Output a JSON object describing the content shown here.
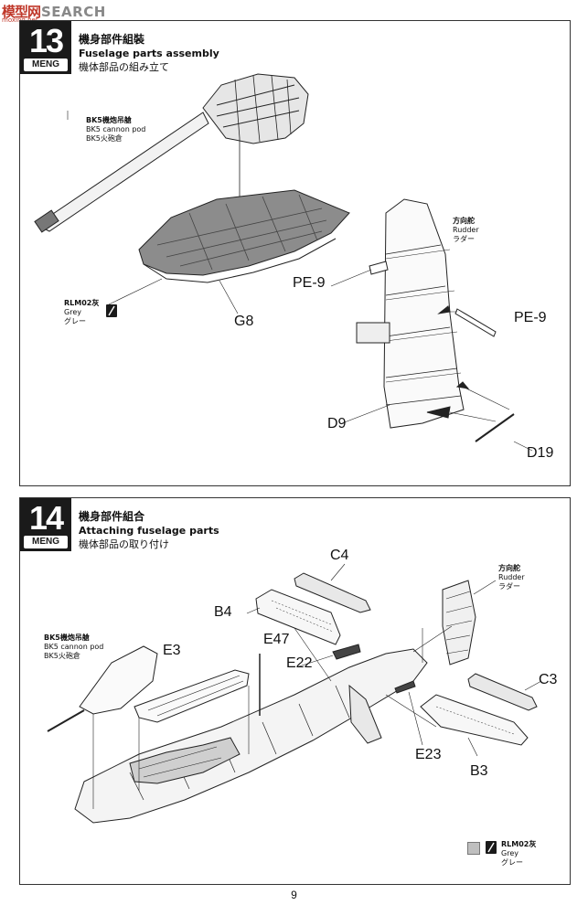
{
  "watermark": {
    "logo": "模型网",
    "logo_sub": "moxing.net",
    "brand": "SEARCH"
  },
  "step13": {
    "number": "13",
    "brand": "MENG",
    "title_cn": "機身部件組裝",
    "title_en": "Fuselage parts assembly",
    "title_jp": "機体部品の組み立て",
    "pod": {
      "cn": "BK5機炮吊艙",
      "en": "BK5 cannon pod",
      "jp": "BK5火砲倉"
    },
    "paint": {
      "cn": "RLM02灰",
      "en": "Grey",
      "jp": "グレー"
    },
    "rudder": {
      "cn": "方向舵",
      "en": "Rudder",
      "jp": "ラダー"
    },
    "parts": {
      "g8": "G8",
      "pe9_a": "PE-9",
      "pe9_b": "PE-9",
      "d9": "D9",
      "d19": "D19"
    }
  },
  "step14": {
    "number": "14",
    "brand": "MENG",
    "title_cn": "機身部件組合",
    "title_en": "Attaching fuselage parts",
    "title_jp": "機体部品の取り付け",
    "pod": {
      "cn": "BK5機炮吊艙",
      "en": "BK5 cannon pod",
      "jp": "BK5火砲倉"
    },
    "rudder": {
      "cn": "方向舵",
      "en": "Rudder",
      "jp": "ラダー"
    },
    "paint": {
      "cn": "RLM02灰",
      "en": "Grey",
      "jp": "グレー"
    },
    "parts": {
      "c4": "C4",
      "b4": "B4",
      "e47": "E47",
      "e3": "E3",
      "e22": "E22",
      "c3": "C3",
      "e23": "E23",
      "b3": "B3"
    }
  },
  "page_number": "9"
}
